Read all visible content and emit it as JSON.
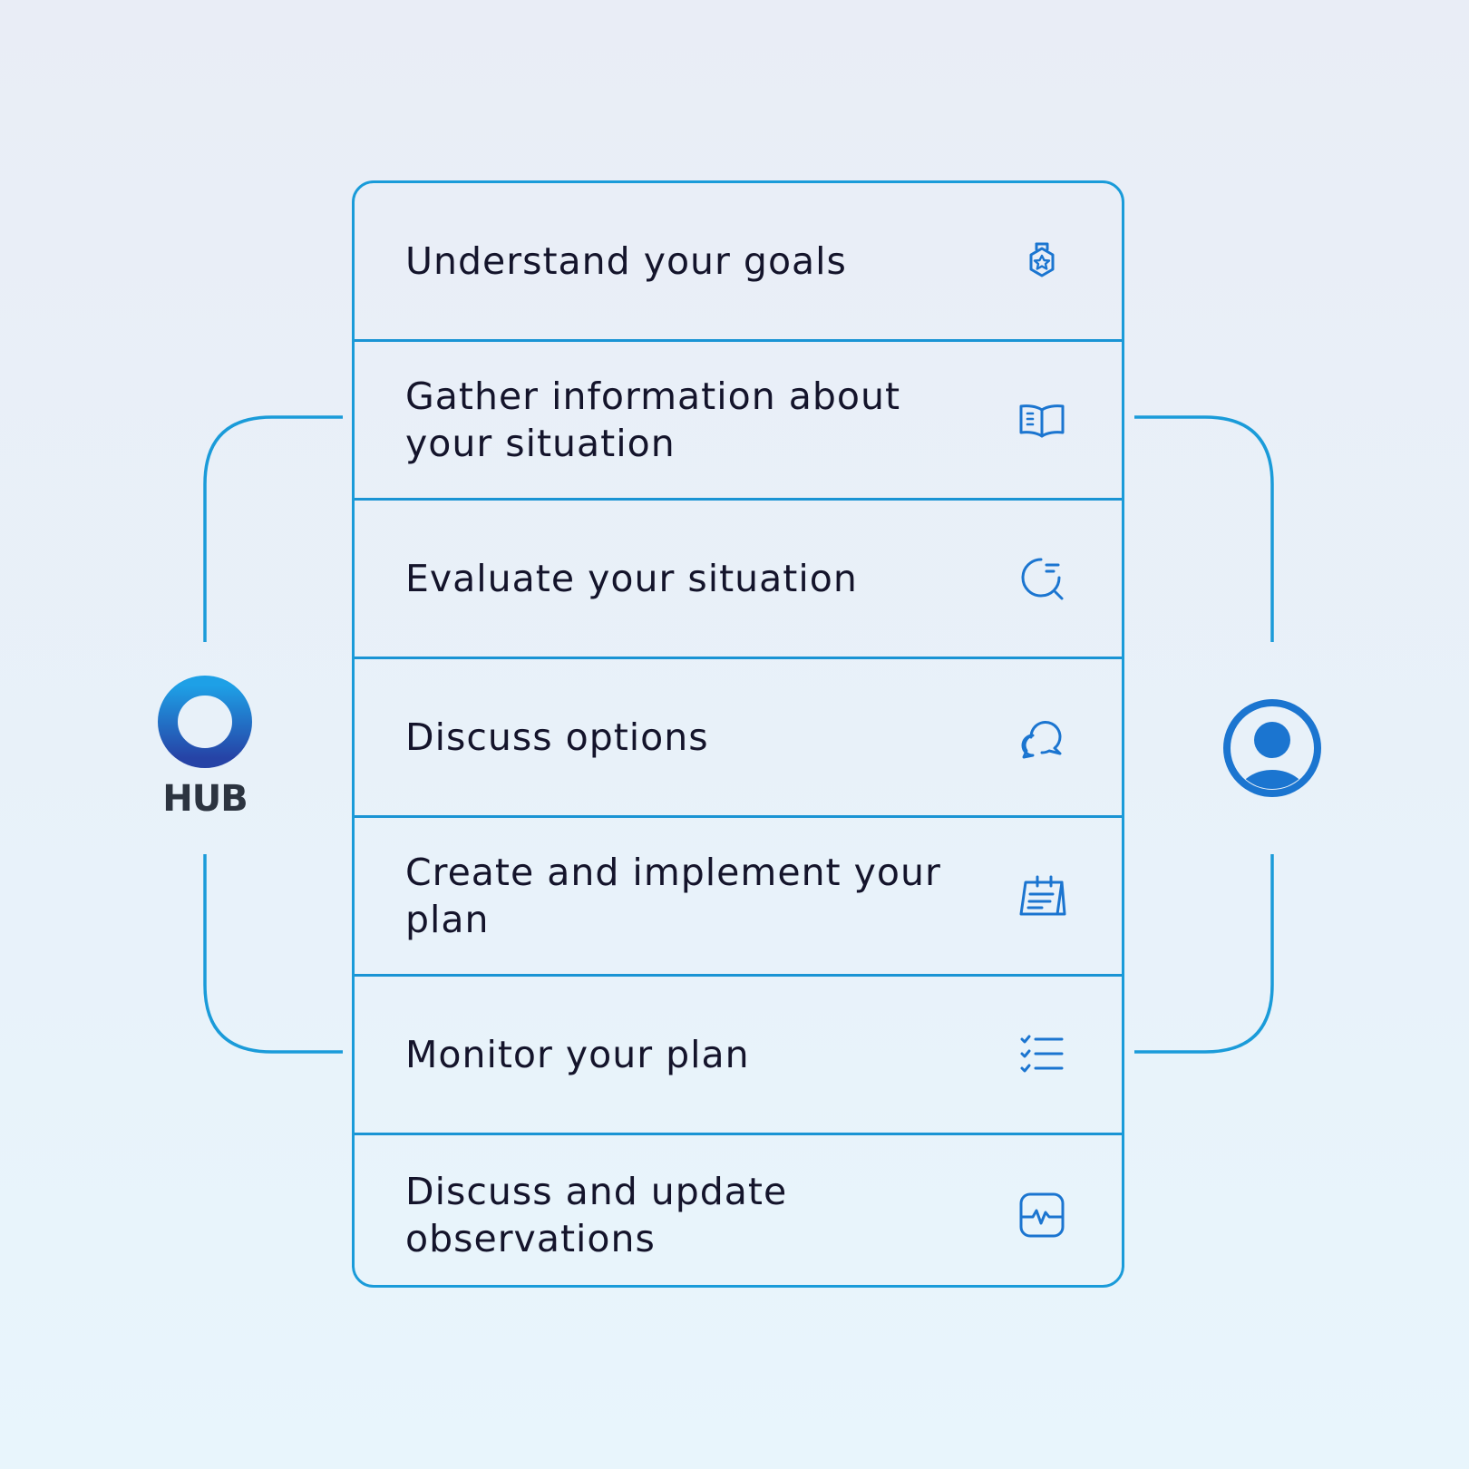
{
  "steps": [
    {
      "label": "Understand your goals",
      "icon": "goal-badge-icon"
    },
    {
      "label": "Gather information about your situation",
      "icon": "open-book-icon"
    },
    {
      "label": "Evaluate your situation",
      "icon": "search-evaluate-icon"
    },
    {
      "label": "Discuss options",
      "icon": "chat-bubbles-icon"
    },
    {
      "label": "Create and implement your plan",
      "icon": "calendar-plan-icon"
    },
    {
      "label": "Monitor your plan",
      "icon": "checklist-icon"
    },
    {
      "label": "Discuss and update observations",
      "icon": "activity-monitor-icon"
    }
  ],
  "brand": {
    "wordmark": "HUB",
    "logo_icon": "hub-ring-logo"
  },
  "client": {
    "icon": "user-avatar-icon"
  },
  "colors": {
    "accent": "#1a9bd9",
    "icon_blue": "#1b75d0",
    "text": "#14142b",
    "wordmark": "#2c3440"
  }
}
